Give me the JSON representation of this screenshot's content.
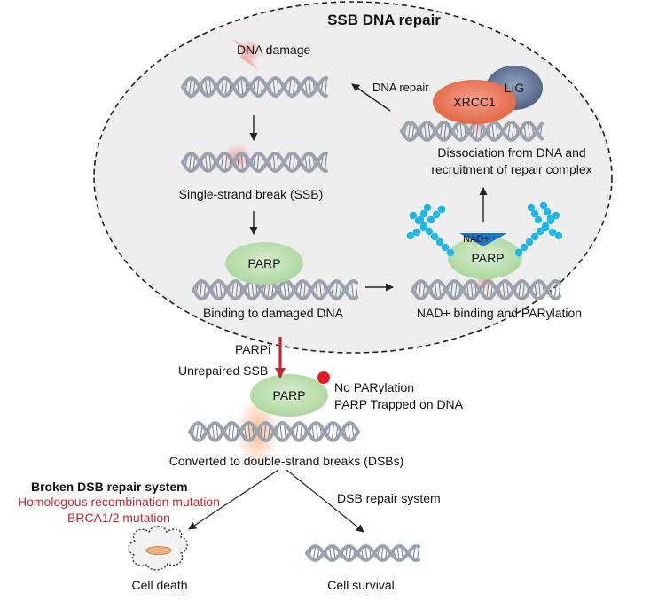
{
  "title": "SSB DNA repair",
  "labels": {
    "dna_damage": "DNA damage",
    "dna_repair": "DNA repair",
    "xrcc1": "XRCC1",
    "lig": "LIG",
    "dissociation_line1": "Dissociation from DNA and",
    "dissociation_line2": "recruitment of repair complex",
    "ssb": "Single-strand break (SSB)",
    "parp_binding": "PARP",
    "binding_damaged": "Binding to damaged DNA",
    "nad": "NAD+",
    "parp_nad": "PARP",
    "nad_binding": "NAD+ binding and PARylation",
    "parpi": "PARPi",
    "unrepaired": "Unrepaired SSB",
    "parp_trapped": "PARP",
    "no_parylation": "No PARylation",
    "trapped": "PARP Trapped on DNA",
    "converted": "Converted to double-strand breaks (DSBs)",
    "broken_dsb": "Broken DSB repair system",
    "hr_mutation": "Homologous recombination mutation",
    "brca": "BRCA1/2 mutation",
    "dsb_repair": "DSB repair system",
    "cell_death": "Cell death",
    "cell_survival": "Cell survival"
  },
  "colors": {
    "dna": "#9aa3ad",
    "dna_dark": "#7d8792",
    "parp": "#b9dcae",
    "xrcc1": "#e9735a",
    "lig": "#5e6f92",
    "par_chain": "#1fb8e6",
    "nad_triangle": "#1b78c8",
    "damage": "#f39a9a",
    "arrow_red": "#c0282d",
    "trap_dot": "#e01b24",
    "ellipse_fill": "#eeeeee",
    "red_text": "#c0282d"
  }
}
